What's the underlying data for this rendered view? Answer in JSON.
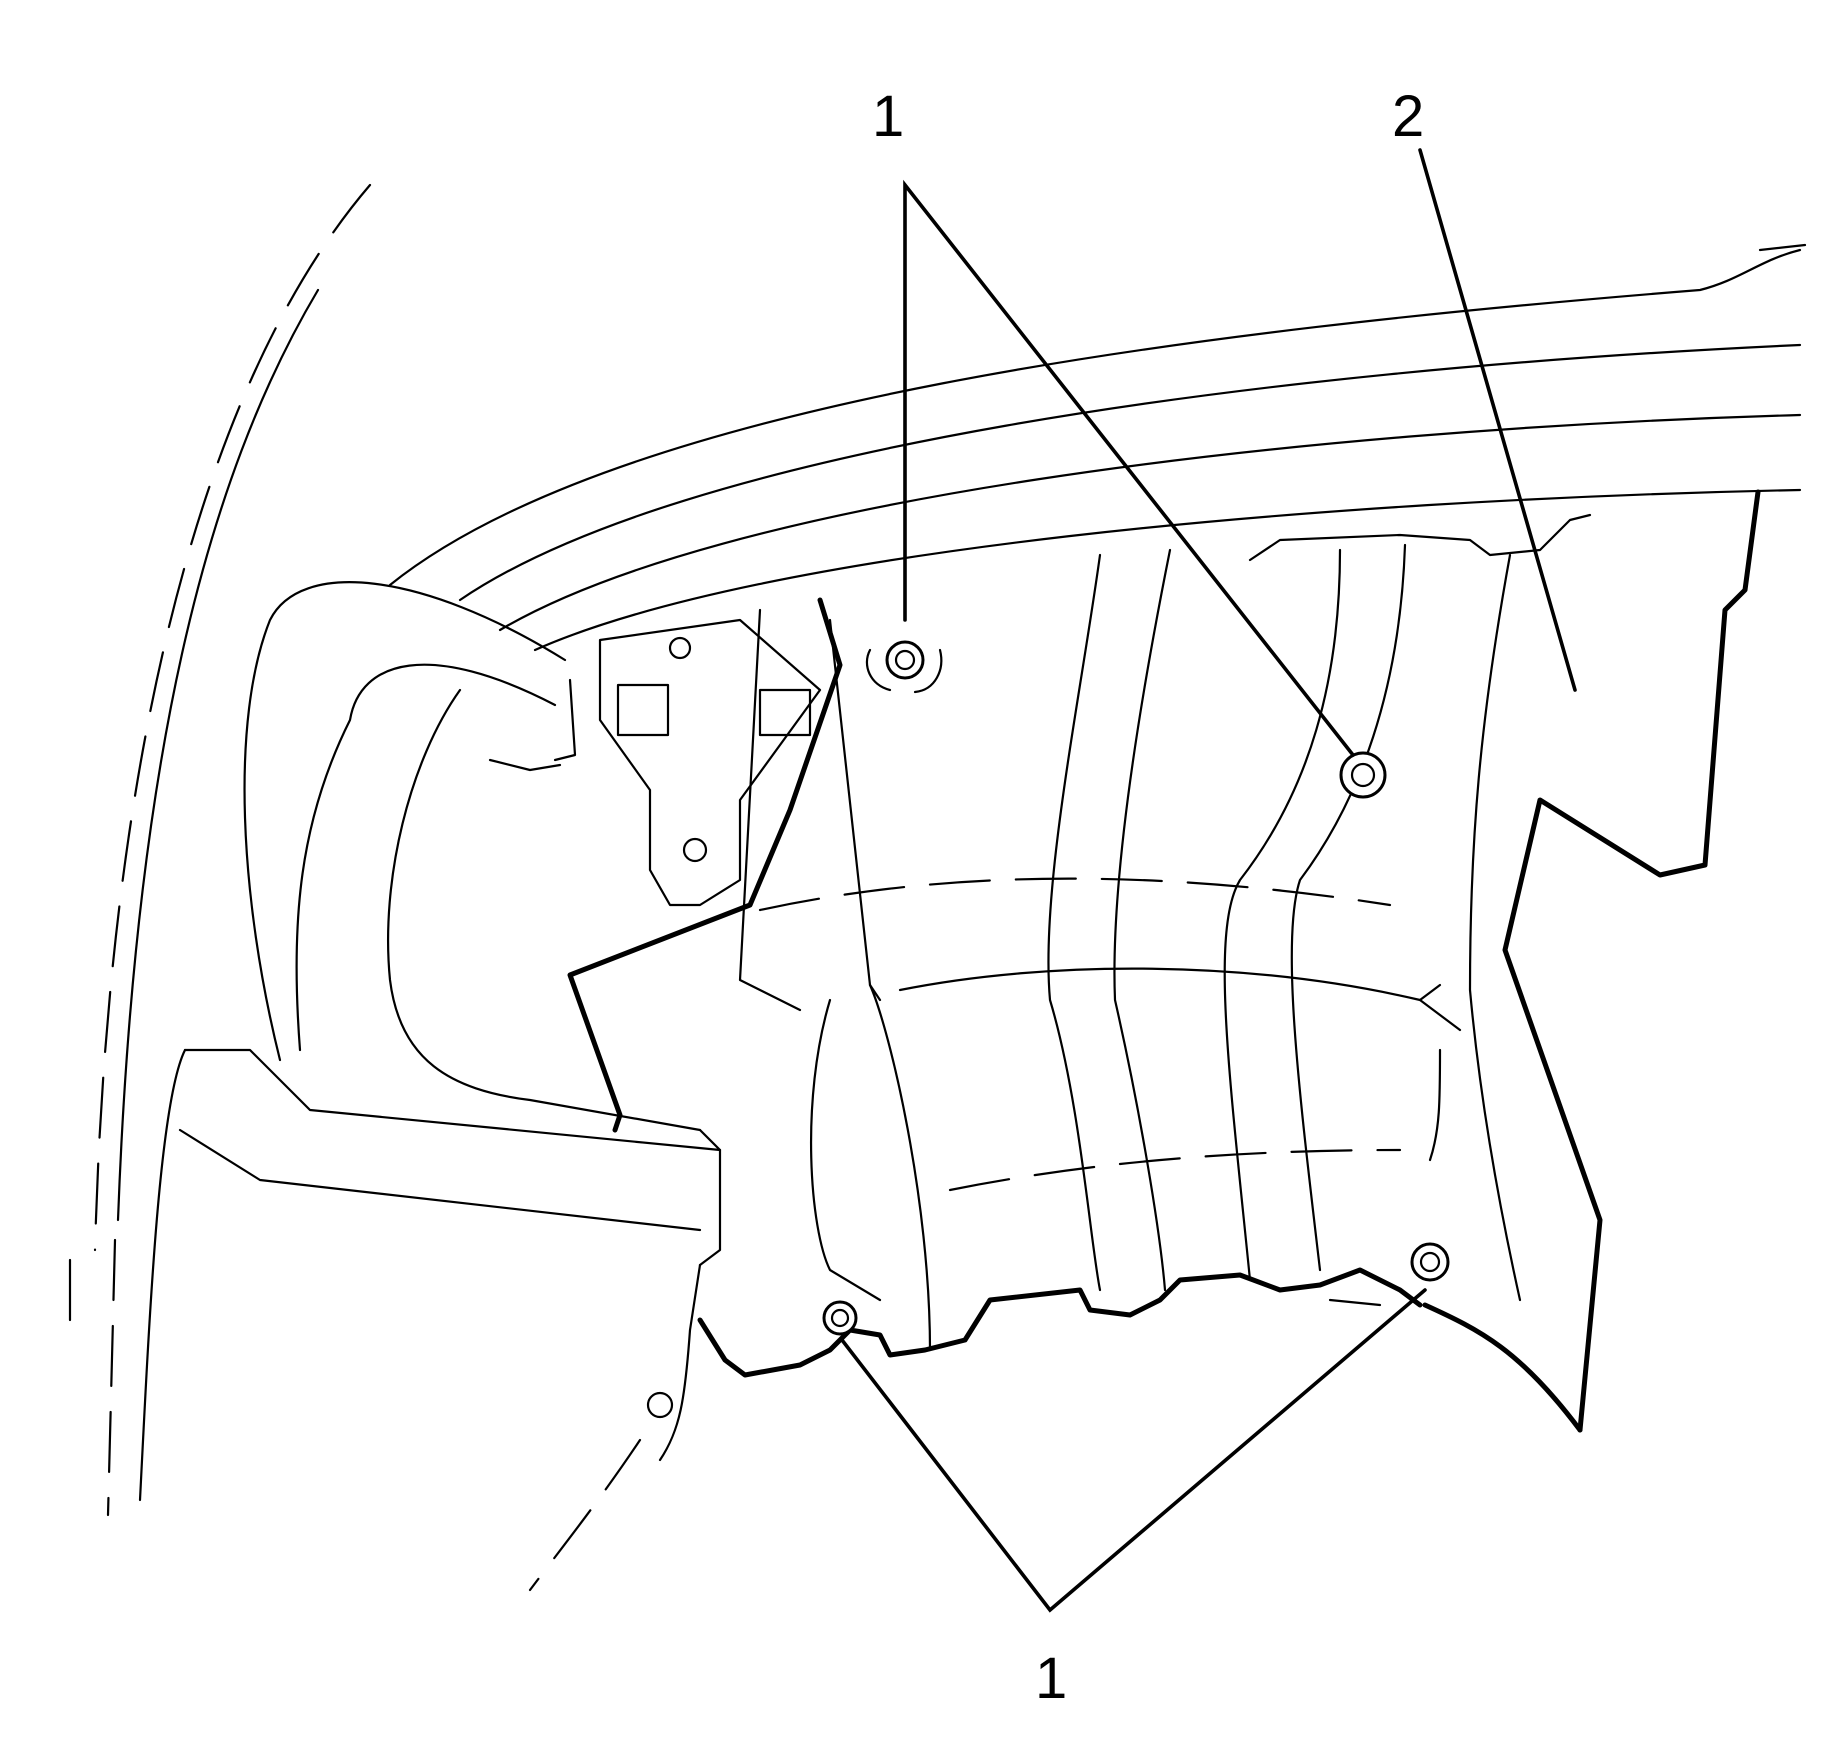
{
  "callouts": [
    {
      "id": "callout-1-top",
      "text": "1"
    },
    {
      "id": "callout-2",
      "text": "2"
    },
    {
      "id": "callout-1-bottom",
      "text": "1"
    }
  ],
  "colors": {
    "line": "#000000",
    "background": "#ffffff"
  }
}
